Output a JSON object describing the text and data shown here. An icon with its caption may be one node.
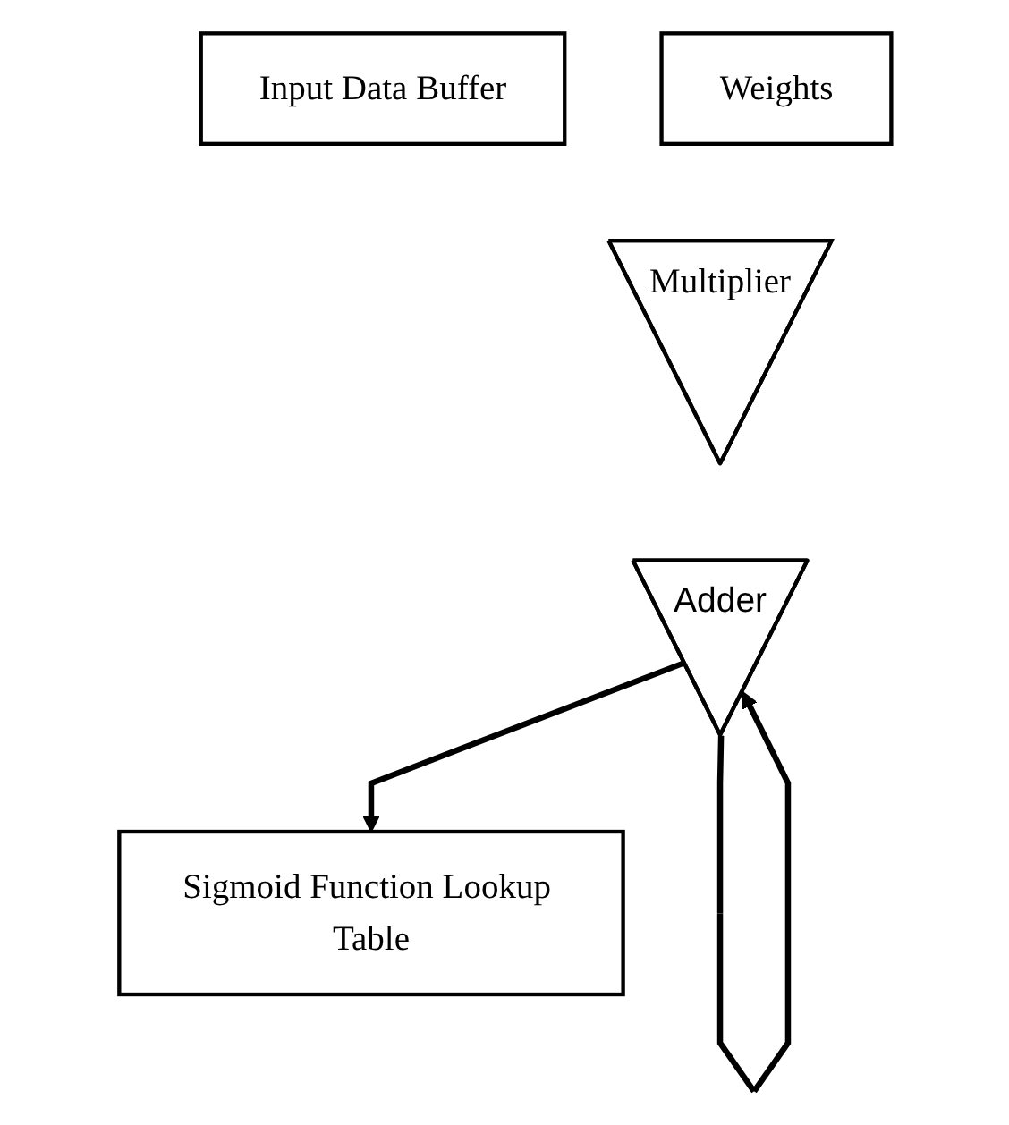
{
  "diagram": {
    "nodes": [
      {
        "text": [
          "Input Data Buffer"
        ]
      },
      {
        "text": [
          "Weights"
        ]
      },
      {
        "text": [
          "Multiplier"
        ]
      },
      {
        "text": [
          "Adder"
        ]
      },
      {
        "text": [
          "Sigmoid Function Lookup Table"
        ]
      }
    ],
    "edges": [
      {
        "from": 3,
        "to": 3,
        "arrow": "to"
      },
      {
        "from": 3,
        "to": 4,
        "arrow": "to"
      }
    ]
  }
}
